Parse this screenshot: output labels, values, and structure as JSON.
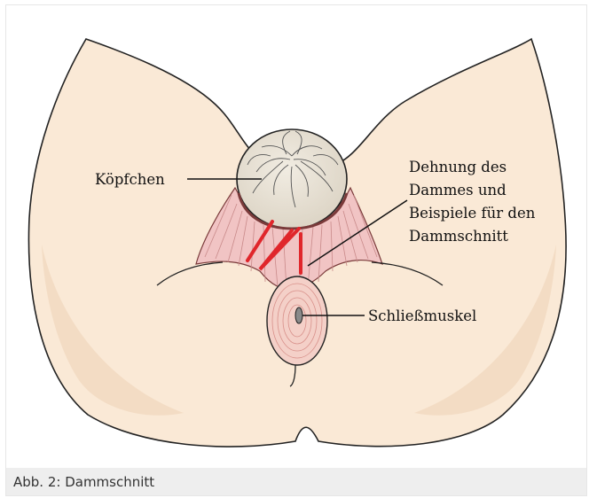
{
  "figure": {
    "labels": {
      "head": "Köpfchen",
      "stretch": [
        "Dehnung des",
        "Dammes und",
        "Beispiele für den",
        "Dammschnitt"
      ],
      "sphincter": "Schließmuskel"
    },
    "caption": "Abb. 2: Dammschnitt"
  },
  "colors": {
    "skin": "#fae9d6",
    "skin_shadow": "#f3dcc4",
    "head": "#e8e1d4",
    "muscle": "#f1c4c4",
    "incision": "#e0262b"
  }
}
